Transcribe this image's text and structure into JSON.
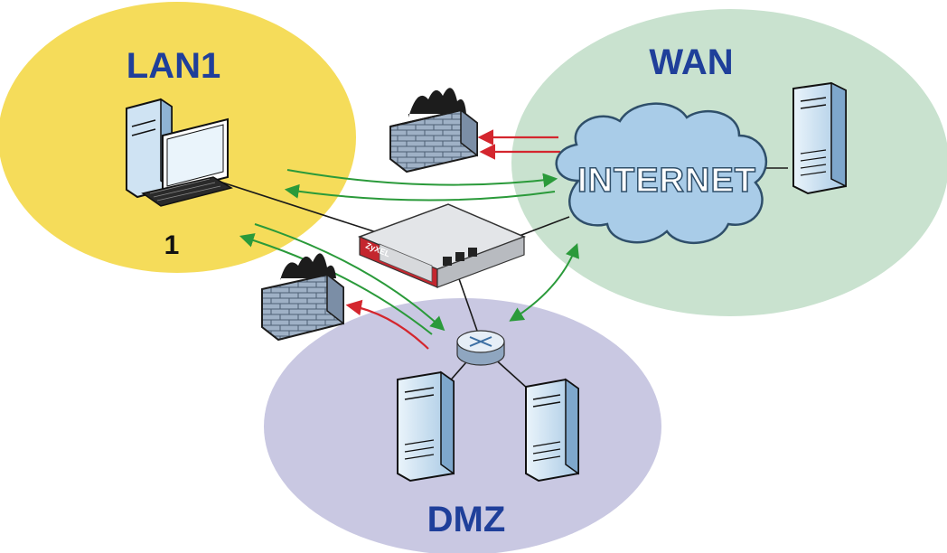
{
  "zones": {
    "lan": {
      "label": "LAN1",
      "number": "1",
      "fill": "#f5dc5a",
      "label_color": "#1f3f9a"
    },
    "wan": {
      "label": "WAN",
      "fill": "#c9e2cf",
      "label_color": "#1f3f9a"
    },
    "dmz": {
      "label": "DMZ",
      "fill": "#c9c8e2",
      "label_color": "#1f3f9a"
    }
  },
  "internet": {
    "label": "INTERNET",
    "fill": "#a9cce8",
    "stroke": "#2f4f6a"
  },
  "device": {
    "brand": "ZyXEL",
    "body_color": "#d7d9dc",
    "accent": "#c4262e"
  },
  "colors": {
    "allowed": "#2a9a3a",
    "blocked": "#d4262e",
    "link": "#1a1a1a",
    "firewall_brick": "#9fb1c6",
    "firewall_flame": "#1c1c1c",
    "server_body": "#cfe3f3"
  },
  "icons": {
    "lan_host": "desktop-computer-icon",
    "wan_server": "server-icon",
    "dmz_servers": "server-icon",
    "switch": "switch-icon",
    "firewalls": "firewall-icon",
    "gateway": "security-gateway-icon"
  }
}
